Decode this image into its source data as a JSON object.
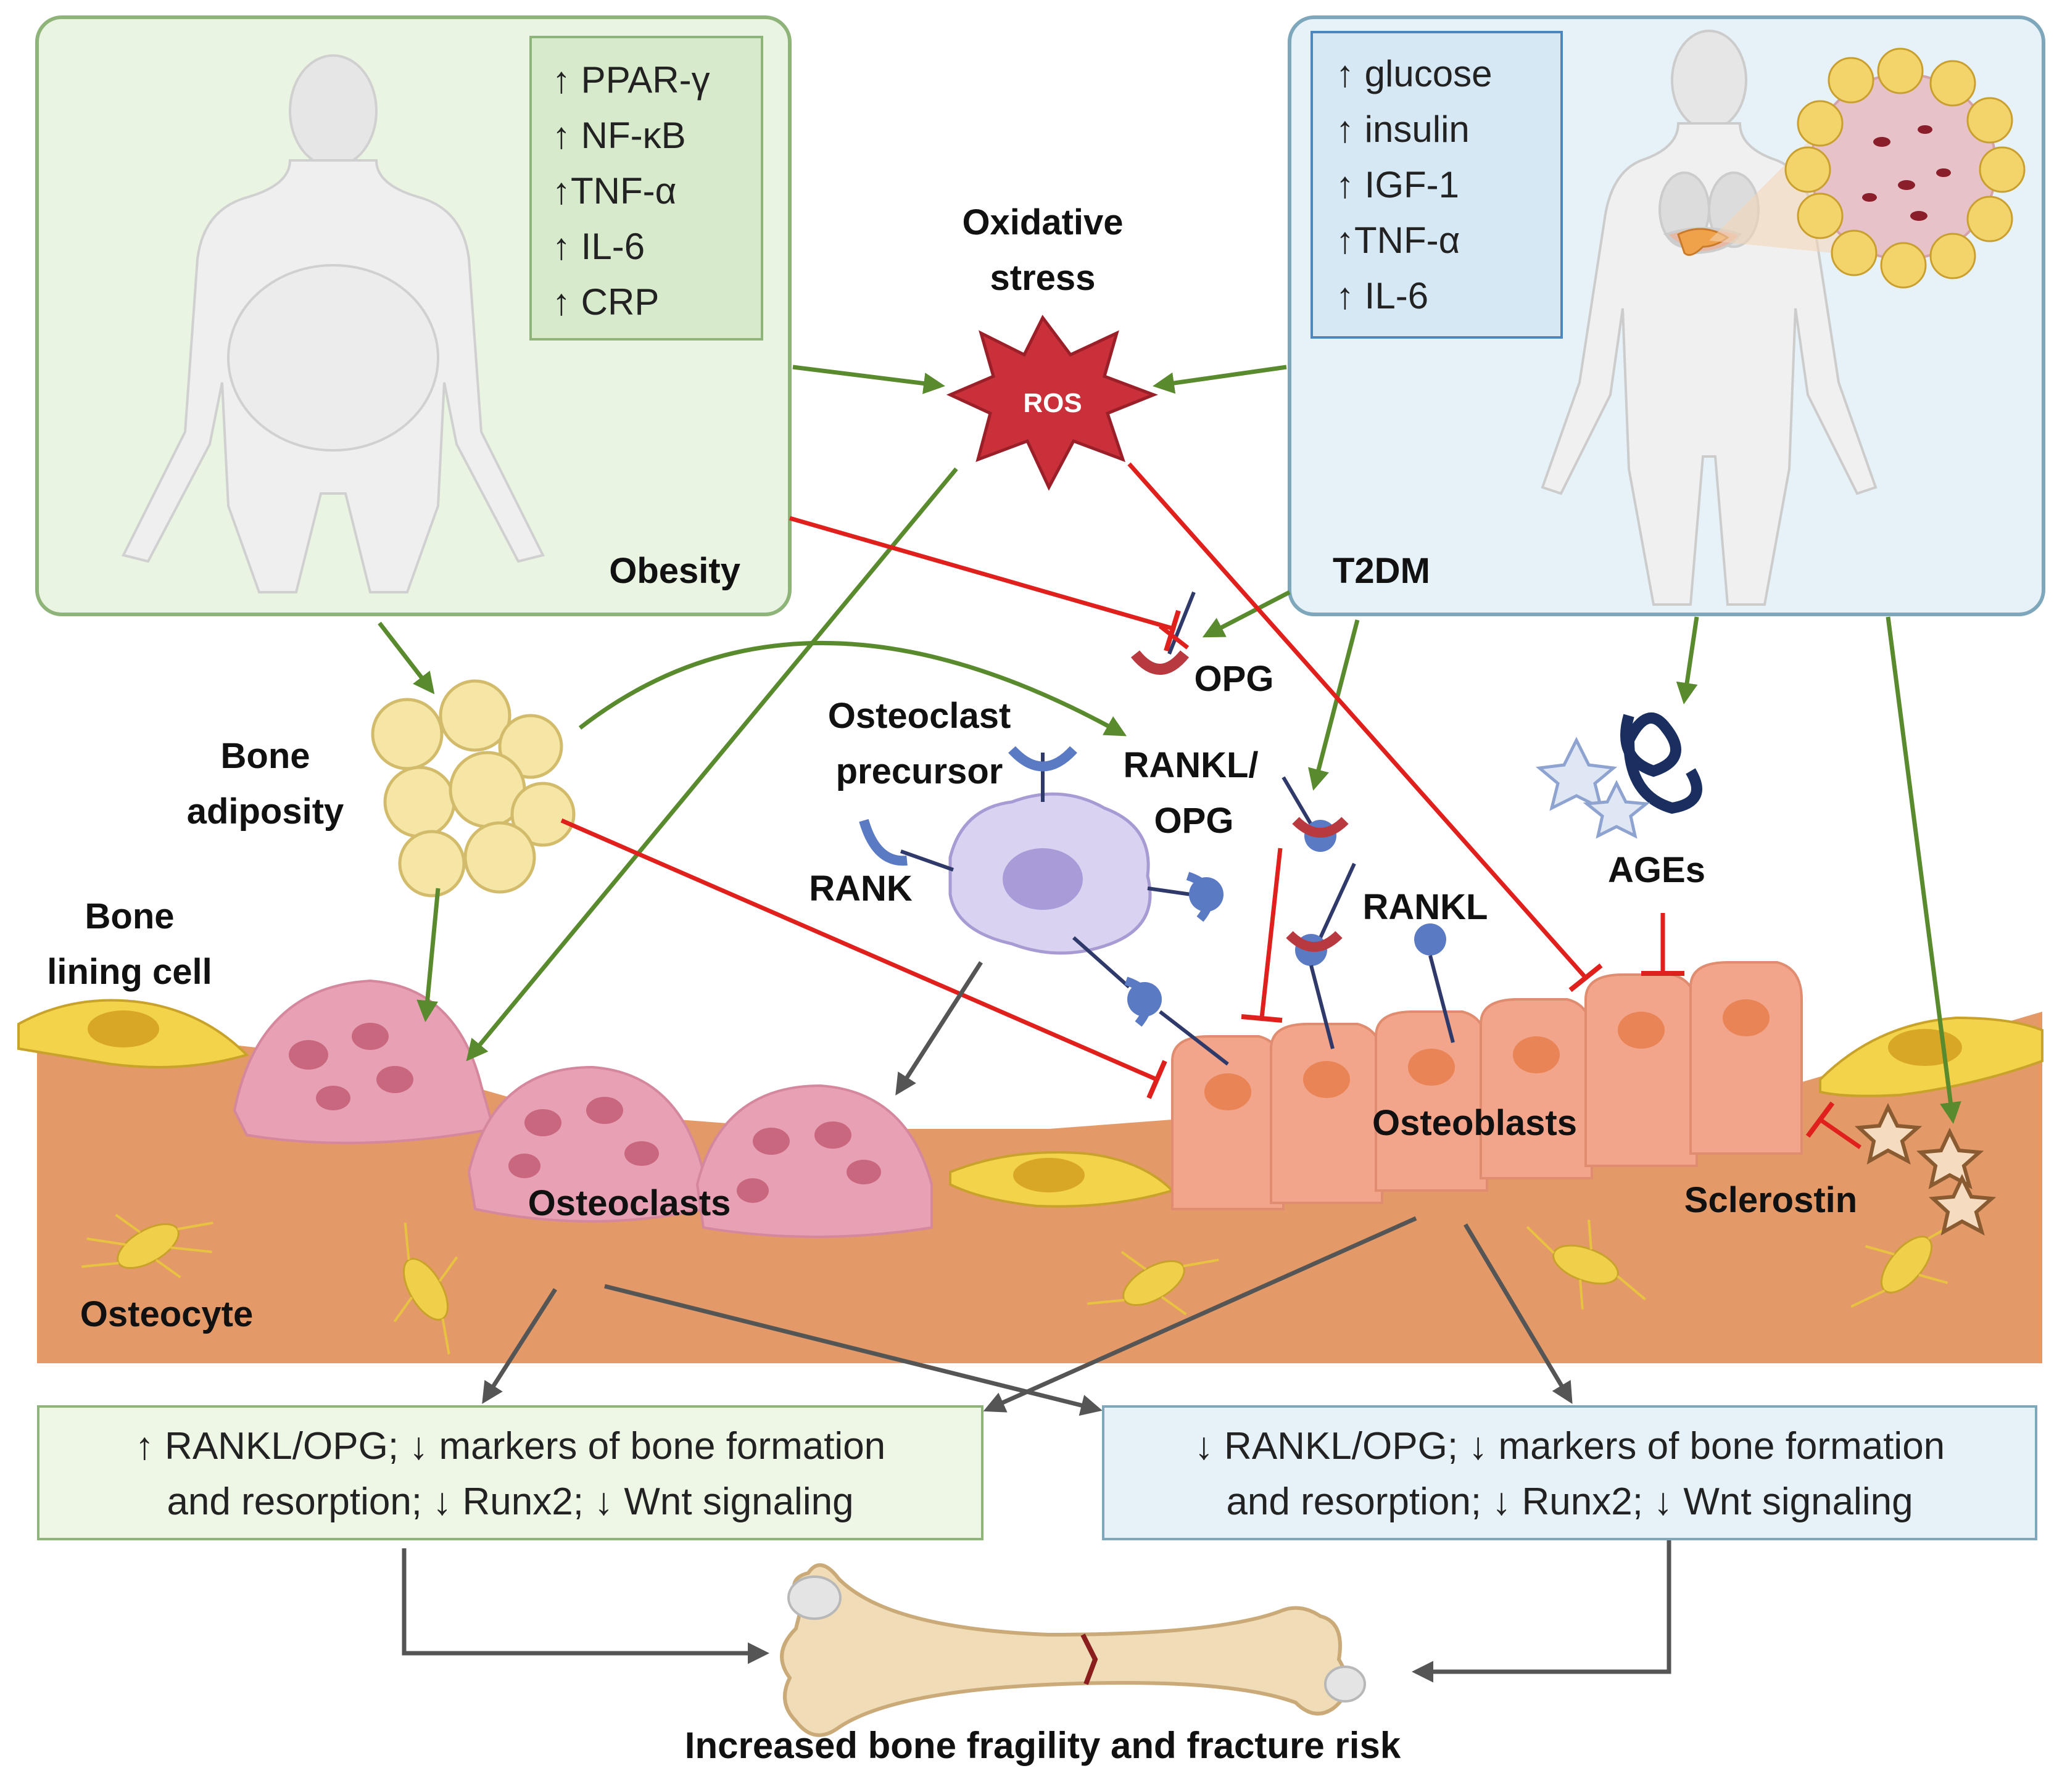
{
  "obesity": {
    "title": "Obesity",
    "markers": [
      "↑ PPAR-γ",
      "↑ NF-κB",
      "↑TNF-α",
      "↑ IL-6",
      "↑ CRP"
    ]
  },
  "t2dm": {
    "title": "T2DM",
    "markers": [
      "↑ glucose",
      "↑ insulin",
      "↑ IGF-1",
      "↑TNF-α",
      "↑ IL-6"
    ]
  },
  "oxidative_stress": {
    "line1": "Oxidative",
    "line2": "stress",
    "ros": "ROS"
  },
  "labels": {
    "bone_adiposity_1": "Bone",
    "bone_adiposity_2": "adiposity",
    "bone_lining_1": "Bone",
    "bone_lining_2": "lining cell",
    "osteoclast_precursor_1": "Osteoclast",
    "osteoclast_precursor_2": "precursor",
    "rank": "RANK",
    "opg": "OPG",
    "rankl_opg_1": "RANKL/",
    "rankl_opg_2": "OPG",
    "rankl": "RANKL",
    "ages": "AGEs",
    "osteoclasts": "Osteoclasts",
    "osteoblasts": "Osteoblasts",
    "osteocyte": "Osteocyte",
    "sclerostin": "Sclerostin"
  },
  "outcome_left": {
    "line1": "↑ RANKL/OPG; ↓ markers of bone formation",
    "line2": "and resorption; ↓ Runx2; ↓ Wnt signaling"
  },
  "outcome_right": {
    "line1": "↓ RANKL/OPG; ↓ markers of bone formation",
    "line2": "and resorption; ↓ Runx2; ↓ Wnt signaling"
  },
  "conclusion": "Increased bone fragility and fracture risk",
  "colors": {
    "obesity_panel": "#eaf4e2",
    "obesity_border": "#8fb47a",
    "t2dm_panel": "#e6f2f8",
    "t2dm_border": "#7fa7bb",
    "activation_arrow": "#5a8a2e",
    "inhibition_line": "#e0201c",
    "flow_arrow": "#555555",
    "bone": "#e39a68",
    "osteoclast": "#e8a0b4",
    "osteoblast": "#f2a58a"
  }
}
